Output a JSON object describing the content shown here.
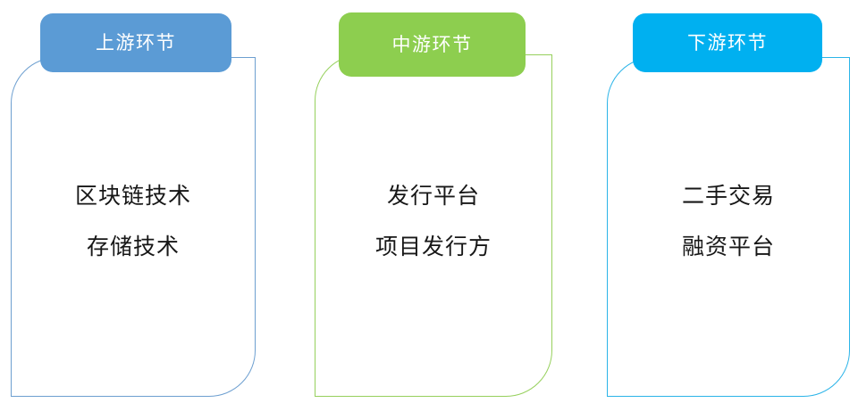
{
  "diagram": {
    "type": "value-chain-three-stage",
    "background_color": "#FFFFFF",
    "columns": [
      {
        "id": "upstream",
        "badge_label": "上游环节",
        "badge_color": "#5B9BD5",
        "outline_color": "#6D9FD0",
        "badge_text_color": "#FFFFFF",
        "items": [
          "区块链技术",
          "存储技术"
        ]
      },
      {
        "id": "midstream",
        "badge_label": "中游环节",
        "badge_color": "#8DCE4F",
        "outline_color": "#96D05C",
        "badge_text_color": "#FFFFFF",
        "items": [
          "发行平台",
          "项目发行方"
        ]
      },
      {
        "id": "downstream",
        "badge_label": "下游环节",
        "badge_color": "#00B0F0",
        "outline_color": "#2BB4E8",
        "badge_text_color": "#FFFFFF",
        "items": [
          "二手交易",
          "融资平台"
        ]
      }
    ]
  }
}
